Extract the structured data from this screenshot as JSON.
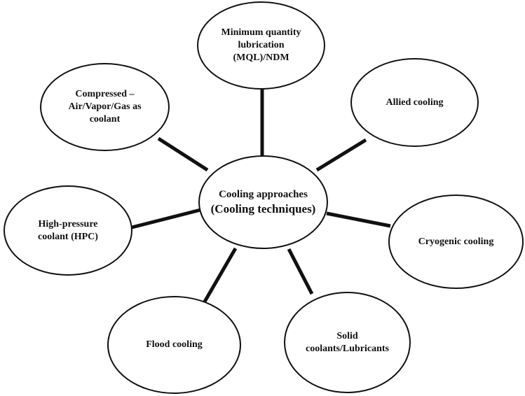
{
  "center": {
    "line1": "Cooling approaches",
    "line2": "(Cooling techniques)"
  },
  "nodes": [
    {
      "id": "mql",
      "lines": [
        "Minimum quantity",
        "lubrication",
        "(MQL)/NDM"
      ]
    },
    {
      "id": "allied",
      "lines": [
        "Allied cooling"
      ]
    },
    {
      "id": "cryogenic",
      "lines": [
        "Cryogenic cooling"
      ]
    },
    {
      "id": "solid",
      "lines": [
        "Solid",
        "coolants/Lubricants"
      ]
    },
    {
      "id": "flood",
      "lines": [
        "Flood cooling"
      ]
    },
    {
      "id": "hpc",
      "lines": [
        "High-pressure",
        "coolant (HPC)"
      ]
    },
    {
      "id": "compressed",
      "lines": [
        "Compressed –",
        "Air/Vapor/Gas as",
        "coolant"
      ]
    }
  ],
  "colors": {
    "stroke": "#111111",
    "background": "#ffffff"
  }
}
